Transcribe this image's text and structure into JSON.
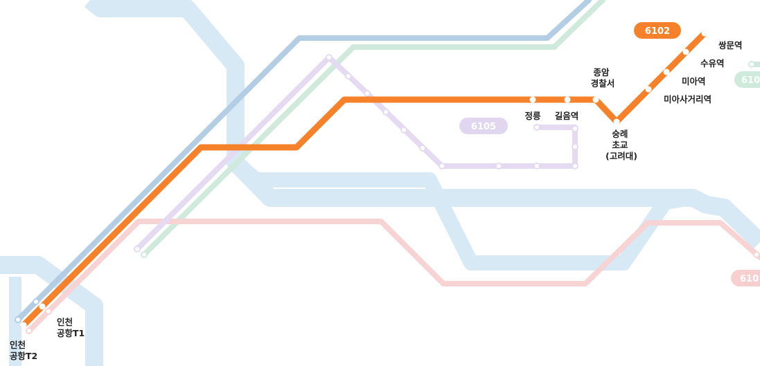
{
  "colors": {
    "river": "#d6e9f4",
    "route_6102": "#f5822a",
    "route_6105": "#e4daf1",
    "route_blue": "#b3cde4",
    "route_green": "#cfe9dc",
    "route_pink": "#f8d3d3",
    "badge_6105_bg": "#e0d6ef",
    "badge_6105_text": "#ffffff",
    "badge_green_bg": "#cdeadb",
    "badge_pink_bg": "#f8cfcf"
  },
  "routes": {
    "main": {
      "name": "6102"
    },
    "secondary": {
      "name": "6105"
    },
    "green_partial": "610",
    "pink_partial": "610"
  },
  "stations": {
    "incheon_t2": [
      "인천",
      "공항T2"
    ],
    "incheon_t1": [
      "인천",
      "공항T1"
    ],
    "jongam": [
      "종암",
      "경찰서"
    ],
    "sungnye": [
      "숭례",
      "초교",
      "(고려대)"
    ],
    "jeongneung": "정릉",
    "gireum": "길음역",
    "ssangmun": "쌍문역",
    "suyu": "수유역",
    "mia": "미아역",
    "miasageori": "미아사거리역"
  }
}
